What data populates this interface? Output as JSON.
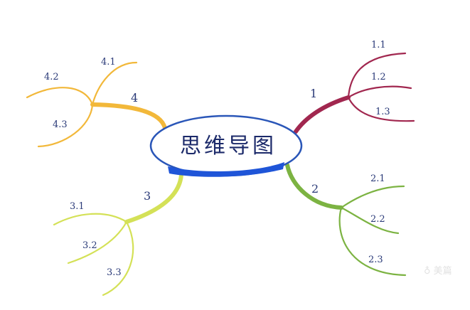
{
  "center": {
    "title": "思维导图",
    "outline_color": "#2a56b8",
    "fill_color": "#1f55d8"
  },
  "branches": [
    {
      "label": "1",
      "color": "#a1274f",
      "children": [
        "1.1",
        "1.2",
        "1.3"
      ]
    },
    {
      "label": "2",
      "color": "#7cb342",
      "children": [
        "2.1",
        "2.2",
        "2.3"
      ]
    },
    {
      "label": "3",
      "color": "#d4e157",
      "children": [
        "3.1",
        "3.2",
        "3.3"
      ]
    },
    {
      "label": "4",
      "color": "#f2b83a",
      "children": [
        "4.1",
        "4.2",
        "4.3"
      ]
    }
  ],
  "watermark": {
    "icon": "meipian-logo-icon",
    "text": "美篇"
  }
}
